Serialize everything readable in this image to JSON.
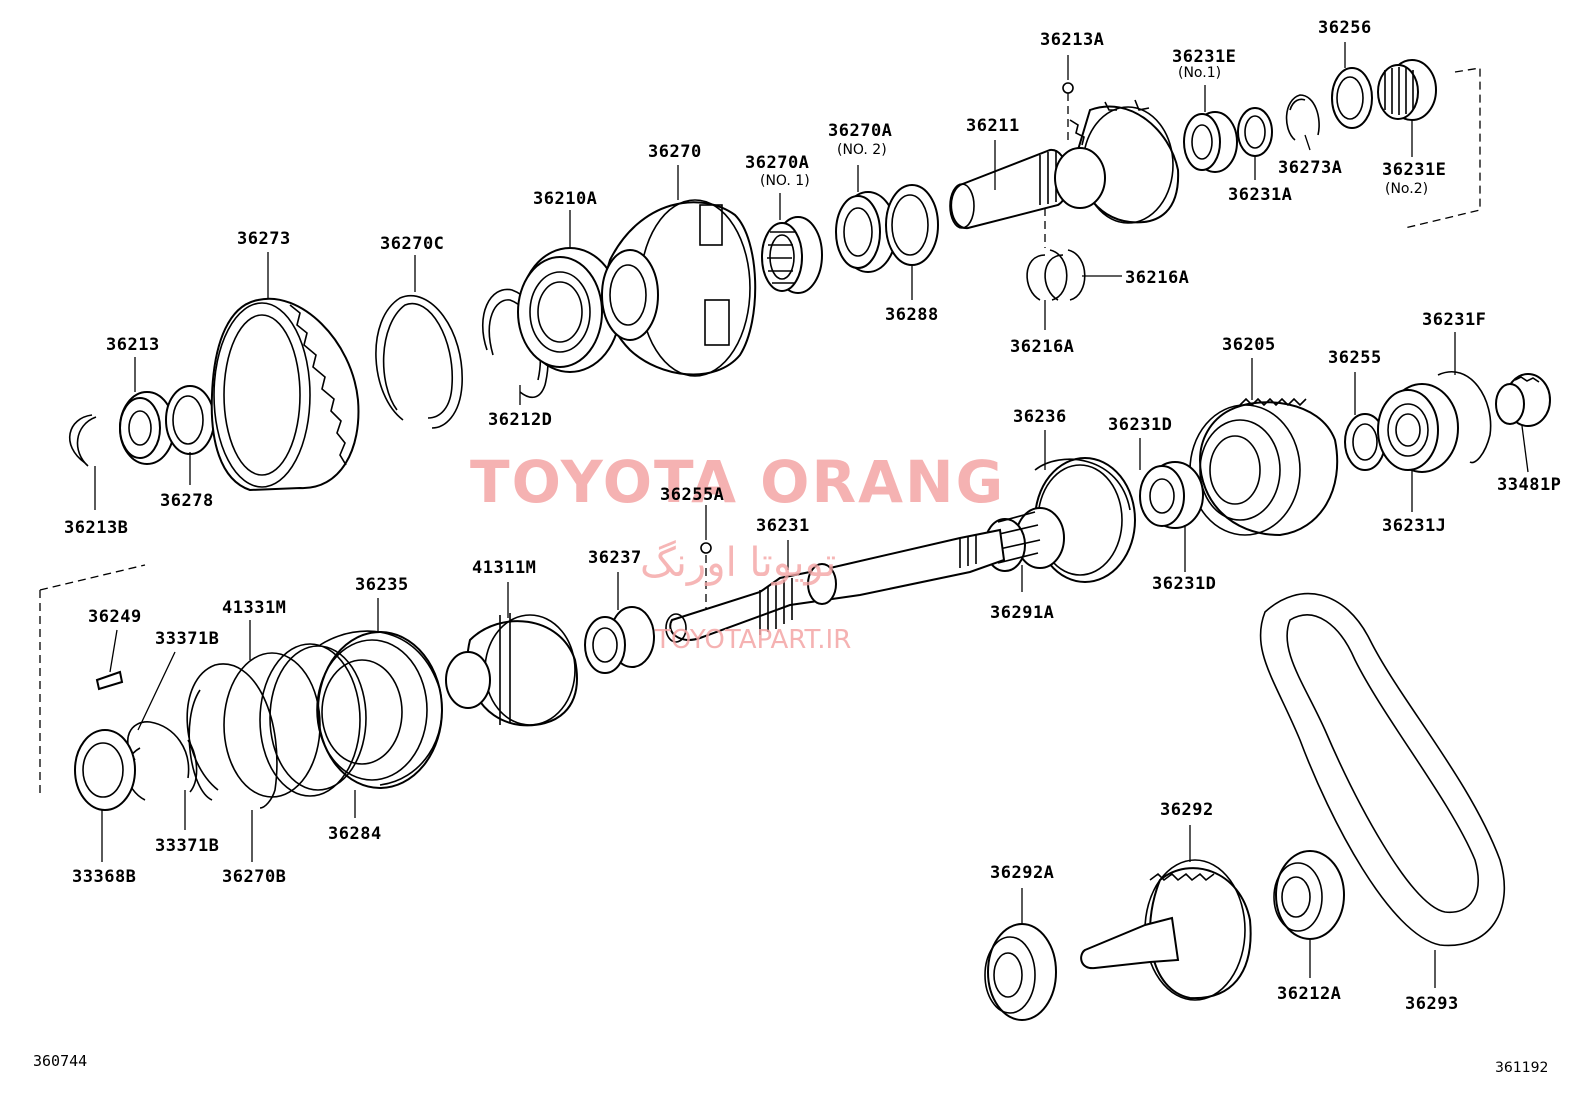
{
  "watermark": {
    "main": "TOYOTA ORANG",
    "persian": "تویوتا اورنگ",
    "site": "TOYOTAPART.IR"
  },
  "corner_ids": {
    "left": "360744",
    "right": "361192"
  },
  "labels": {
    "p36213A": "36213A",
    "p36231E_1": "36231E",
    "p36231E_1_note": "(No.1)",
    "p36256": "36256",
    "p36211": "36211",
    "p36273A": "36273A",
    "p36231A": "36231A",
    "p36231E_2": "36231E",
    "p36231E_2_note": "(No.2)",
    "p36270": "36270",
    "p36270A_1": "36270A",
    "p36270A_1_note": "(NO. 1)",
    "p36270A_2": "36270A",
    "p36270A_2_note": "(NO. 2)",
    "p36210A": "36210A",
    "p36273": "36273",
    "p36270C": "36270C",
    "p36213": "36213",
    "p36212D": "36212D",
    "p36288": "36288",
    "p36216A_r": "36216A",
    "p36216A_b": "36216A",
    "p36205": "36205",
    "p36231F": "36231F",
    "p36255": "36255",
    "p36236": "36236",
    "p36231D_t": "36231D",
    "p33481P": "33481P",
    "p36278": "36278",
    "p36213B": "36213B",
    "p36231J": "36231J",
    "p36255A": "36255A",
    "p36231": "36231",
    "p36231D_b": "36231D",
    "p36237": "36237",
    "p41311M": "41311M",
    "p36291A": "36291A",
    "p36249": "36249",
    "p36235": "36235",
    "p41331M": "41331M",
    "p33371B_t": "33371B",
    "p36284": "36284",
    "p33371B_b": "33371B",
    "p33368B": "33368B",
    "p36270B": "36270B",
    "p36292": "36292",
    "p36292A": "36292A",
    "p36212A": "36212A",
    "p36293": "36293"
  }
}
